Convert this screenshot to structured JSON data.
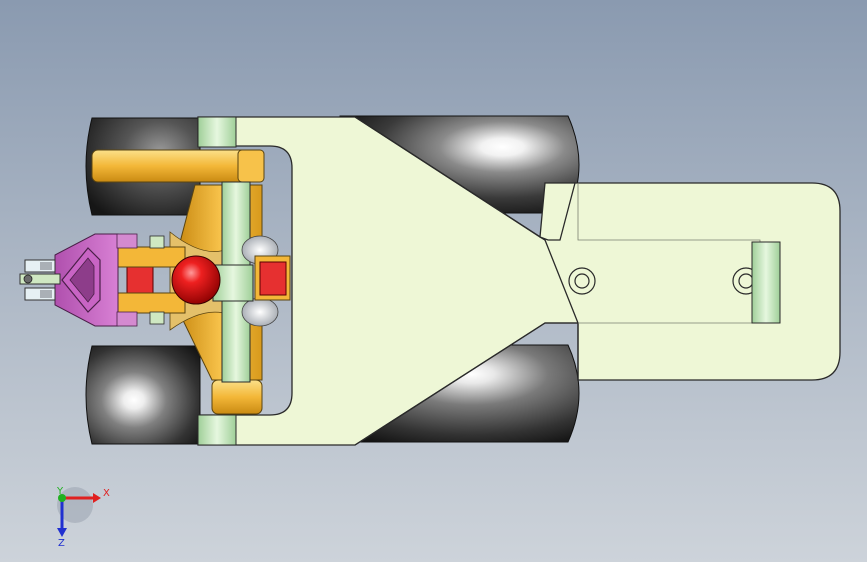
{
  "viewport": {
    "background_top": "#8a9ab0",
    "background_bottom": "#cdd3da"
  },
  "model": {
    "colors": {
      "frame": "#eef7d6",
      "frame_edge": "#2a2a2a",
      "wheel_dark": "#1f1f1f",
      "wheel_highlight": "#ffffff",
      "pin": "#cfe8c2",
      "yoke": "#f3b738",
      "yoke_shadow": "#c98a12",
      "gripper": "#c864c4",
      "gripper_shadow": "#8d3d8a",
      "ball": "#e01010",
      "red_insert": "#e63030"
    }
  },
  "triad": {
    "x_label": "X",
    "y_label": "Y",
    "z_label": "Z",
    "x_color": "#e02020",
    "y_color": "#20b020",
    "z_color": "#2030d0"
  }
}
